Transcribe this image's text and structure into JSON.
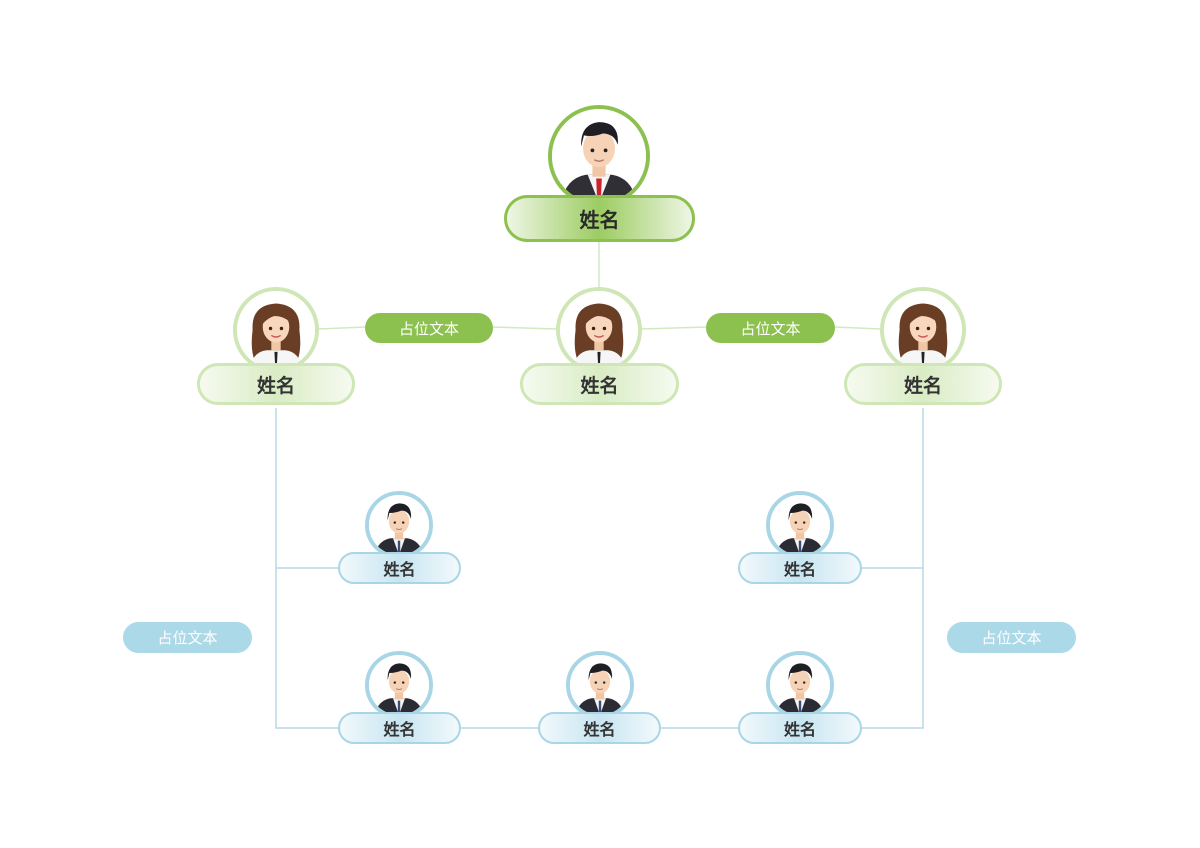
{
  "colors": {
    "green_accent": "#8cc04f",
    "green_light": "#cfe6b6",
    "blue_light": "#a9d6e6",
    "tag_green": "#8cc04f",
    "tag_blue": "#acd9e8",
    "line_green": "#d4e8c0",
    "line_blue": "#b7d9e6"
  },
  "root": {
    "name": "姓名",
    "icon": "man-avatar-icon"
  },
  "middle": [
    {
      "name": "姓名",
      "icon": "woman-avatar-icon"
    },
    {
      "name": "姓名",
      "icon": "woman-avatar-icon"
    },
    {
      "name": "姓名",
      "icon": "woman-avatar-icon"
    }
  ],
  "middle_tags": [
    {
      "text": "占位文本"
    },
    {
      "text": "占位文本"
    }
  ],
  "lower": [
    {
      "name": "姓名",
      "icon": "man-avatar-icon"
    },
    {
      "name": "姓名",
      "icon": "man-avatar-icon"
    },
    {
      "name": "姓名",
      "icon": "man-avatar-icon"
    },
    {
      "name": "姓名",
      "icon": "man-avatar-icon"
    },
    {
      "name": "姓名",
      "icon": "man-avatar-icon"
    }
  ],
  "side_tags": [
    {
      "text": "占位文本"
    },
    {
      "text": "占位文本"
    }
  ]
}
